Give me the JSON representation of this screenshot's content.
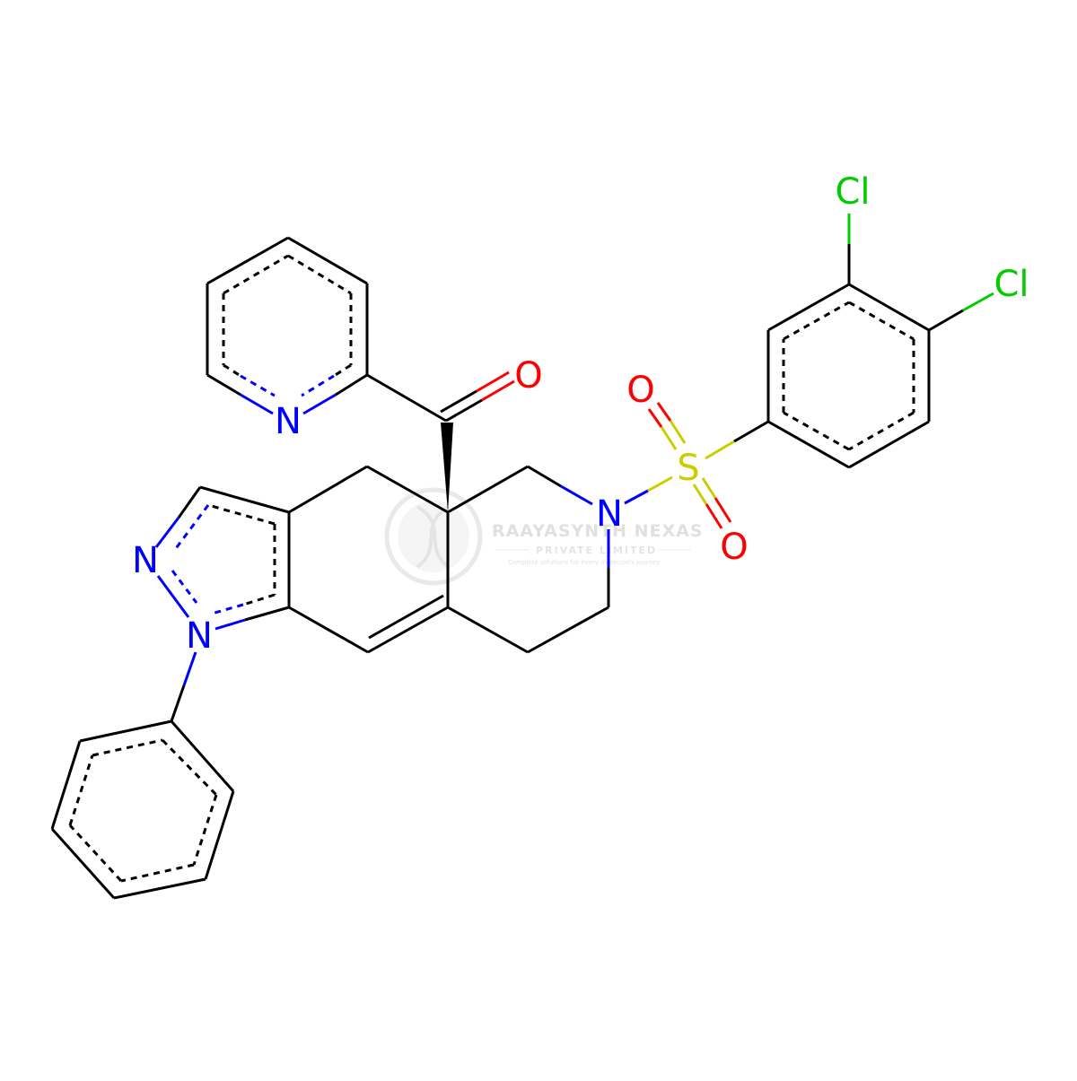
{
  "atoms": {
    "n_pyridine": "N",
    "o_ketone": "O",
    "o_sulfonyl_top": "O",
    "s_sulfonyl": "S",
    "o_sulfonyl_bottom": "O",
    "n_piperidine": "N",
    "n_pyrazole_2": "N",
    "n_pyrazole_1": "N",
    "cl_top": "Cl",
    "cl_right": "Cl"
  },
  "watermark": {
    "company": "RAAYASYNTH NEXAS",
    "subtitle": "PRIVATE LIMITED",
    "tagline": "Complete solutions for every molecule's journey"
  },
  "colors": {
    "carbon_bond": "#000000",
    "nitrogen": "#0000FF",
    "oxygen": "#FF0000",
    "sulfur": "#CCCC00",
    "chlorine": "#00CC00",
    "watermark": "#dcdcdc"
  }
}
